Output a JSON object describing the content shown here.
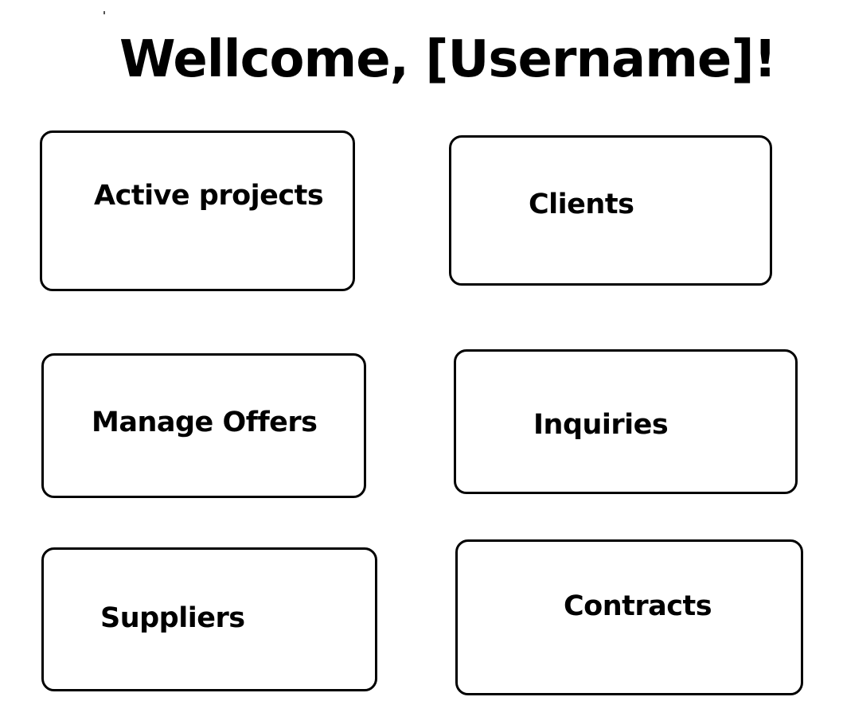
{
  "page": {
    "title": "Wellcome, [Username]!"
  },
  "tiles": [
    {
      "label": "Active projects"
    },
    {
      "label": "Clients"
    },
    {
      "label": "Manage Offers"
    },
    {
      "label": "Inquiries"
    },
    {
      "label": "Suppliers"
    },
    {
      "label": "Contracts"
    }
  ]
}
